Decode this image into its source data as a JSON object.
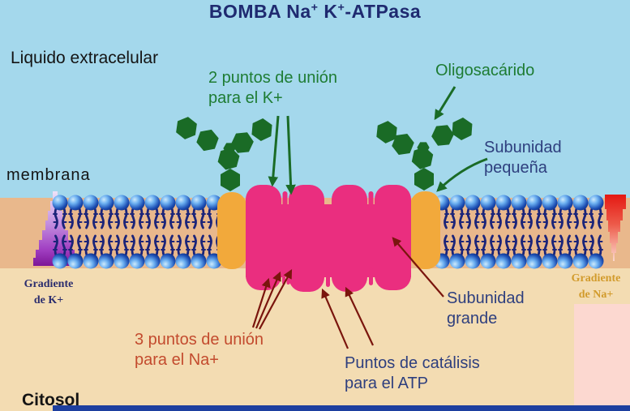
{
  "title": {
    "p1": "BOMBA Na",
    "s1": "+",
    "p2": " K",
    "s2": "+",
    "p3": "-ATPasa"
  },
  "regions": {
    "extracellular": "Liquido extracelular",
    "membrane": "membrana",
    "cytosol": "Citosol"
  },
  "annotations": {
    "k_binding": {
      "line1": "2 puntos de unión",
      "line2": "para el K+"
    },
    "oligosaccharide": {
      "line1": "Oligosacárido"
    },
    "small_subunit": {
      "line1": "Subunidad",
      "line2": "pequeña"
    },
    "large_subunit": {
      "line1": "Subunidad",
      "line2": "grande"
    },
    "na_binding": {
      "line1": "3 puntos de unión",
      "line2": "para el Na+"
    },
    "atp_catalysis": {
      "line1": "Puntos de catálisis",
      "line2": "para el ATP"
    },
    "k_gradient": {
      "line1": "Gradiente",
      "line2": "de K+"
    },
    "na_gradient": {
      "line1": "Gradiente",
      "line2": "de Na+"
    }
  },
  "colors": {
    "extracellular_bg": "#a4d8ec",
    "membrane_band": "#e9b88c",
    "cytosol_bg": "#f3dcb2",
    "cytosol_pink_patch": "#fcd8d0",
    "bottom_bar": "#1d3f9f",
    "large_subunit_pink": "#ea2e7f",
    "small_subunit_orange": "#f2a93b",
    "oligosaccharide_green": "#1a6b26",
    "lipid_tail_navy": "#1b2479",
    "arrow_maroon": "#7a150d",
    "title_navy": "#1f2a70",
    "label_navy": "#2e3f7e",
    "label_green": "#1e7c33",
    "label_red": "#c34b2e",
    "k_gradient_purple": "#8b1fa8",
    "na_gradient_red": "#e41812",
    "na_gradient_text_gold": "#d29b2c"
  }
}
